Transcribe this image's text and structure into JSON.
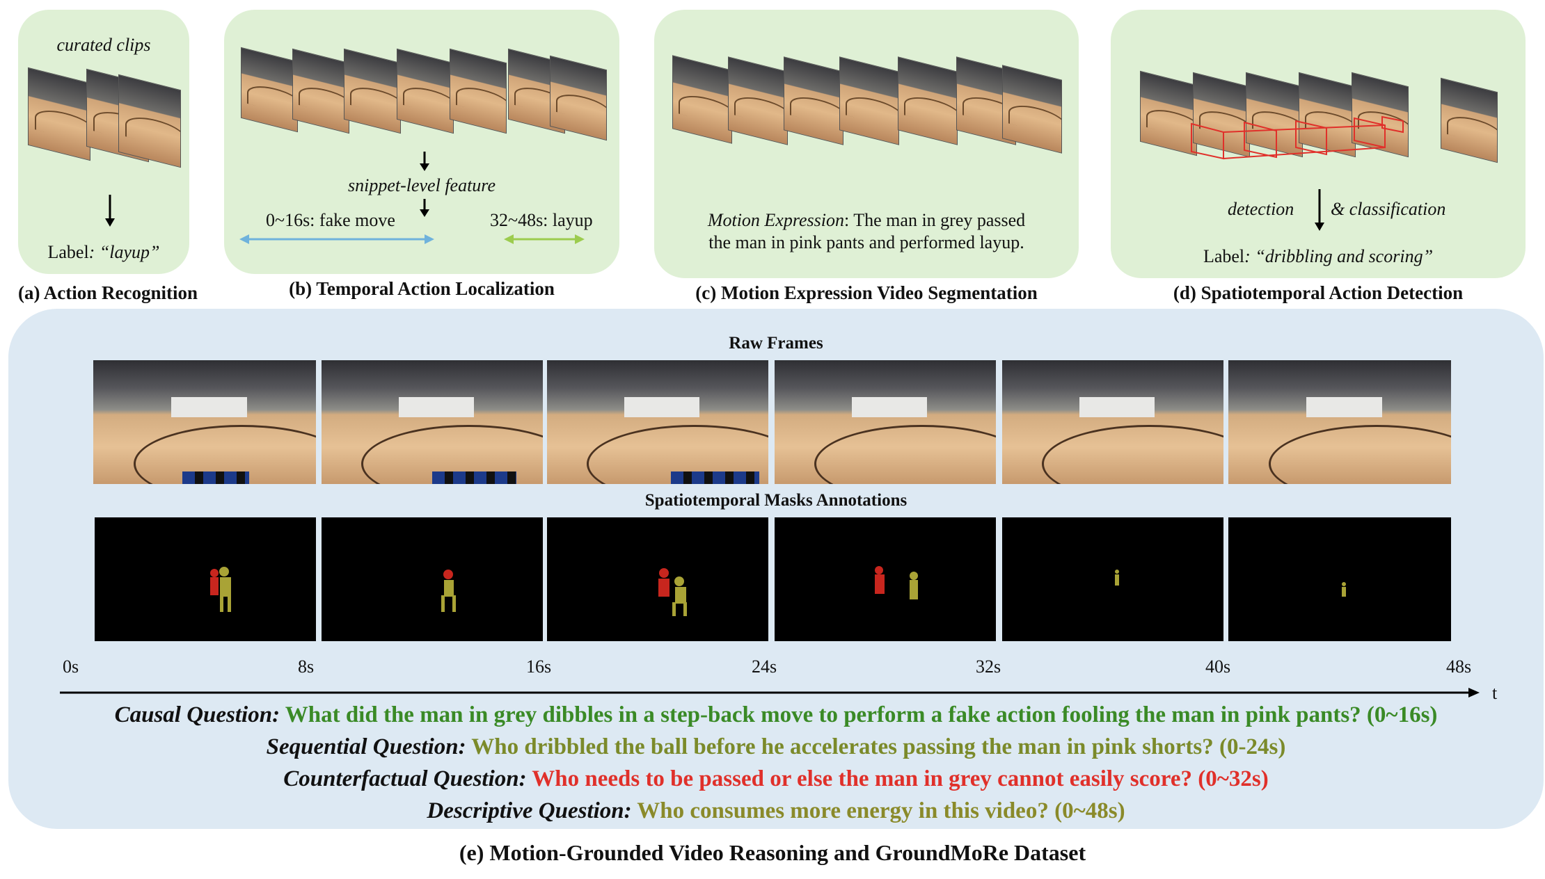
{
  "panel_a": {
    "curated": "curated clips",
    "label_prefix": "Label",
    "label_value": ": “layup”",
    "caption": "(a) Action Recognition"
  },
  "panel_b": {
    "snippet": "snippet-level feature",
    "seg1": "0~16s: fake move",
    "seg2": "32~48s: layup",
    "caption": "(b) Temporal Action Localization"
  },
  "panel_c": {
    "expr_label": "Motion Expression",
    "expr_text1": ": The man in grey passed",
    "expr_text2": "the man in pink pants and performed layup.",
    "caption": "(c) Motion Expression Video Segmentation"
  },
  "panel_d": {
    "detection": "detection",
    "classification": "& classification",
    "label_prefix": "Label",
    "label_value": ": “dribbling and scoring”",
    "caption": "(d) Spatiotemporal Action Detection"
  },
  "panel_e": {
    "raw_title": "Raw Frames",
    "mask_title": "Spatiotemporal Masks Annotations",
    "time_ticks": [
      "0s",
      "8s",
      "16s",
      "24s",
      "32s",
      "40s",
      "48s"
    ],
    "axis_label": "t",
    "questions": [
      {
        "label": "Causal Question:",
        "text": "What did the man in grey dibbles in a step-back move to perform a fake action fooling the man in pink pants? (0~16s)",
        "color": "#3a8a26"
      },
      {
        "label": "Sequential Question:",
        "text": "Who dribbled the ball before he accelerates passing the man in pink shorts? (0-24s)",
        "color": "#7b8a2a"
      },
      {
        "label": "Counterfactual Question:",
        "text": "Who needs to be passed or else the man in grey cannot easily score? (0~32s)",
        "color": "#e0302a"
      },
      {
        "label": "Descriptive Question:",
        "text": "Who consumes more energy in this video? (0~48s)",
        "color": "#8a8a2a"
      }
    ],
    "caption": "(e) Motion-Grounded Video Reasoning and GroundMoRe Dataset"
  },
  "colors": {
    "green_panel": "#dff0d5",
    "blue_panel": "#dde9f3",
    "arrow_blue": "#6fb2dc",
    "arrow_green": "#9ccc4e",
    "mask_red": "#c8261e",
    "mask_olive": "#a9a336"
  }
}
